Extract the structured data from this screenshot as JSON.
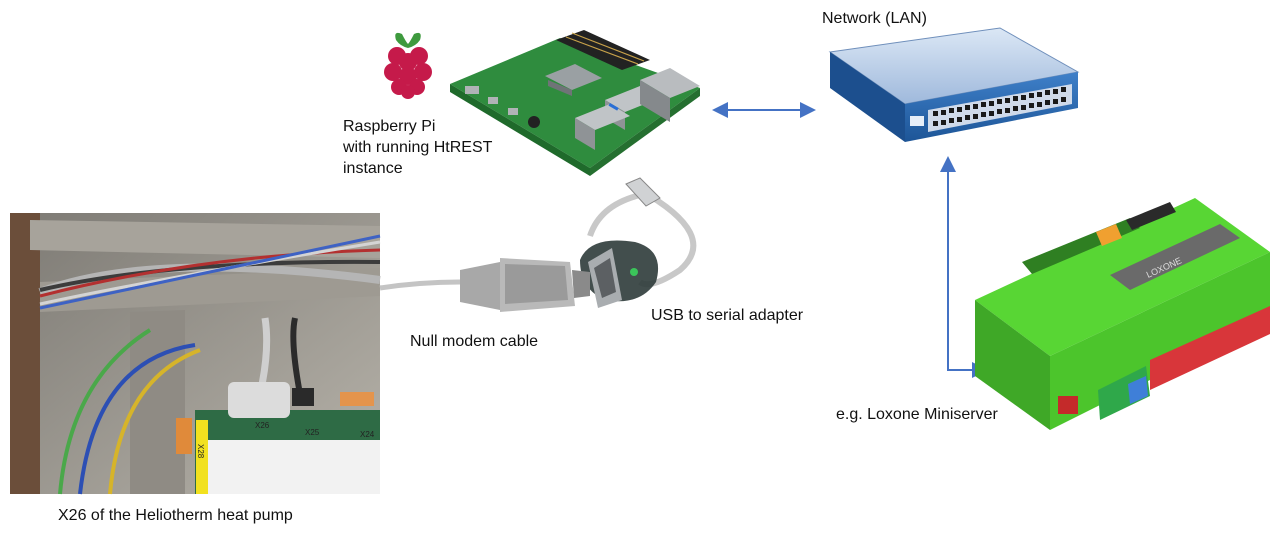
{
  "labels": {
    "network": "Network (LAN)",
    "raspberry_pi": [
      "Raspberry Pi",
      "with running HtREST",
      "instance"
    ],
    "usb_adapter": "USB to serial adapter",
    "null_modem": "Null modem cable",
    "miniserver": "e.g. Loxone Miniserver",
    "heat_pump": "X26 of the Heliotherm heat pump"
  },
  "board_labels": {
    "x28": "X28",
    "x26": "X26",
    "x25": "X25",
    "x24": "X24",
    "loxone": "LOXONE"
  },
  "colors": {
    "arrow": "#4472C4",
    "switch": "#2E6DB4",
    "pi_board": "#2F8C3E",
    "miniserver": "#4DD02E",
    "terminal_red": "#D8363A"
  }
}
